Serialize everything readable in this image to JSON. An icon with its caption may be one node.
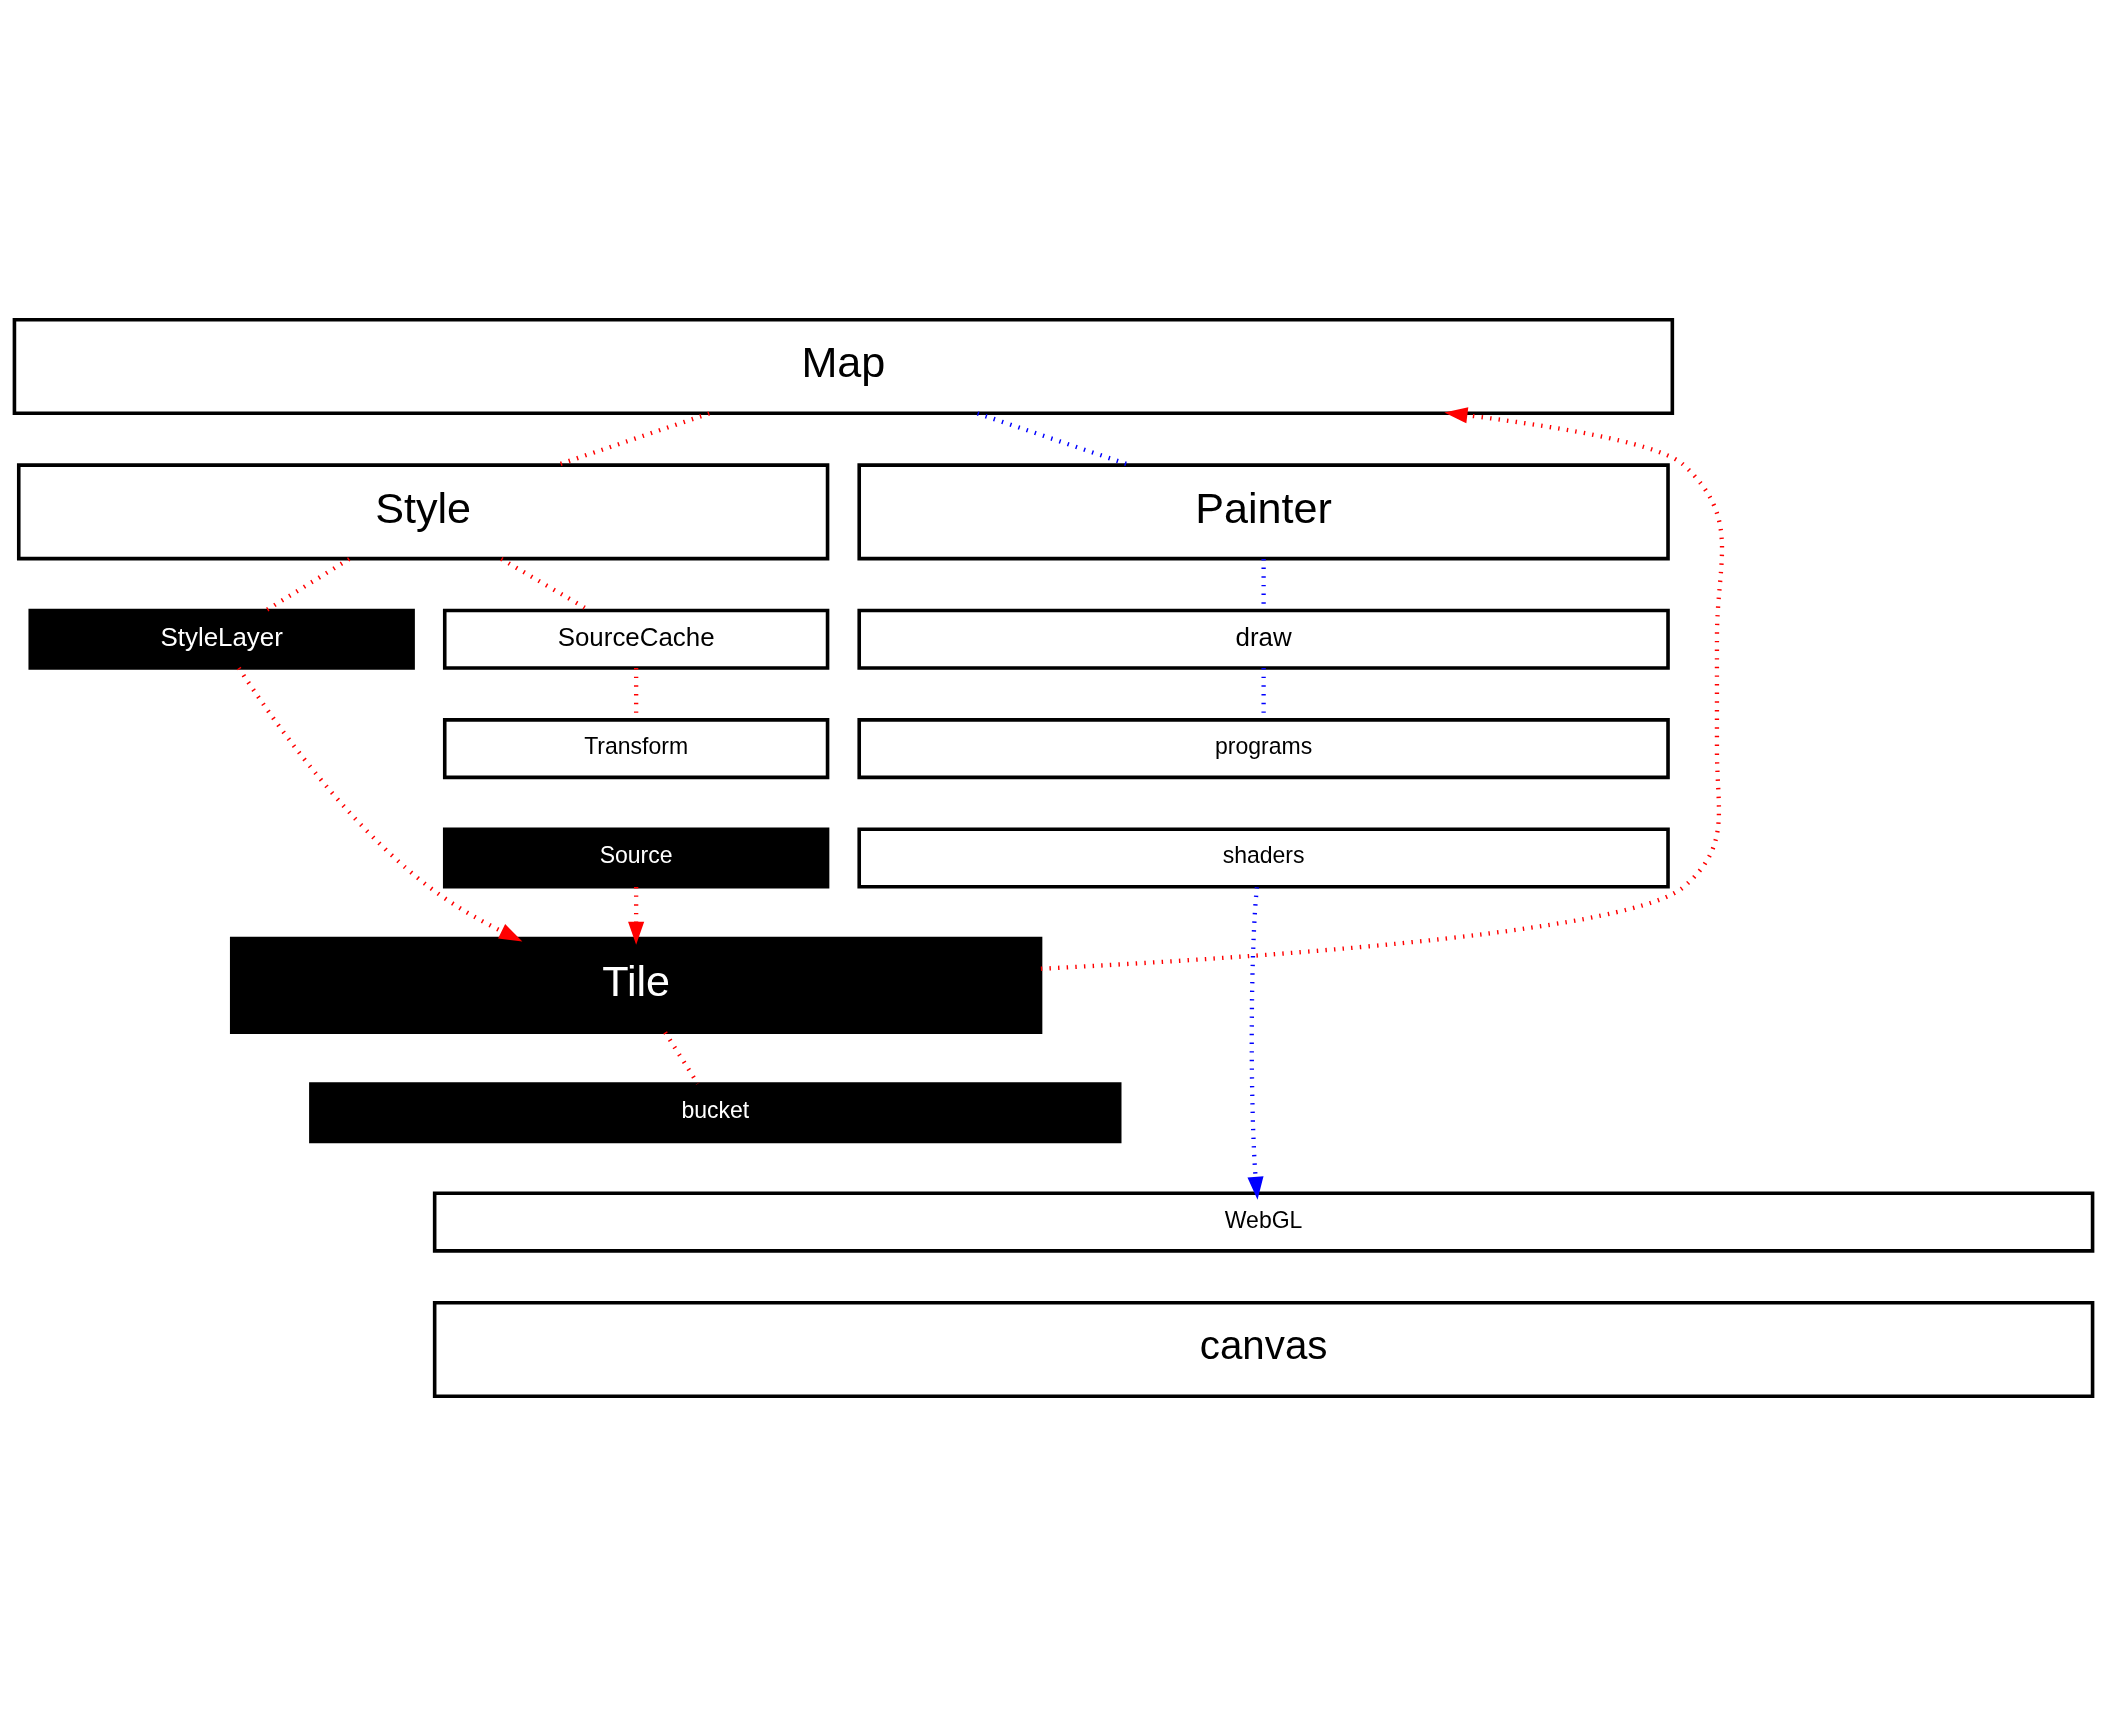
{
  "diagram": {
    "nodes": [
      {
        "text": [
          "Map"
        ]
      },
      {
        "text": [
          "Style"
        ]
      },
      {
        "text": [
          "Painter"
        ]
      },
      {
        "text": [
          "StyleLayer"
        ]
      },
      {
        "text": [
          "SourceCache"
        ]
      },
      {
        "text": [
          "draw"
        ]
      },
      {
        "text": [
          "Transform"
        ]
      },
      {
        "text": [
          "Source"
        ]
      },
      {
        "text": [
          "programs"
        ]
      },
      {
        "text": [
          "shaders"
        ]
      },
      {
        "text": [
          "Tile"
        ]
      },
      {
        "text": [
          "bucket"
        ]
      },
      {
        "text": [
          "WebGL"
        ]
      },
      {
        "text": [
          "canvas"
        ]
      }
    ],
    "edges": [
      {
        "from": 0,
        "to": 1,
        "arrow": "none"
      },
      {
        "from": 0,
        "to": 2,
        "arrow": "none",
        "color": "#0000ff"
      },
      {
        "from": 1,
        "to": 3,
        "arrow": "none"
      },
      {
        "from": 1,
        "to": 4,
        "arrow": "none"
      },
      {
        "from": 2,
        "to": 5,
        "arrow": "none",
        "color": "#0000ff"
      },
      {
        "from": 4,
        "to": 6,
        "arrow": "none"
      },
      {
        "from": 5,
        "to": 8,
        "arrow": "none",
        "color": "#0000ff"
      },
      {
        "from": 3,
        "to": 10,
        "arrow": "to"
      },
      {
        "from": 7,
        "to": 10,
        "arrow": "to"
      },
      {
        "from": 9,
        "to": 12,
        "arrow": "to",
        "color": "#0000ff"
      },
      {
        "from": 10,
        "to": 11,
        "arrow": "none"
      },
      {
        "from": 10,
        "to": 0,
        "arrow": "to"
      }
    ]
  }
}
